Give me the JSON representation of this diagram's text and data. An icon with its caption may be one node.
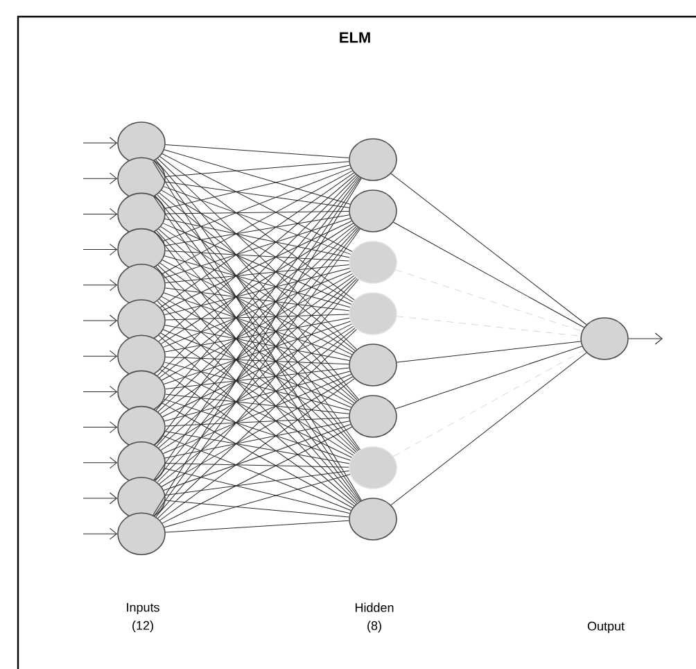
{
  "diagram": {
    "title": "ELM",
    "nodes": [
      {
        "text": [],
        "shape": "circle"
      },
      {
        "text": [],
        "shape": "circle"
      },
      {
        "text": [],
        "shape": "circle"
      },
      {
        "text": [],
        "shape": "circle"
      },
      {
        "text": [],
        "shape": "circle"
      },
      {
        "text": [],
        "shape": "circle"
      },
      {
        "text": [],
        "shape": "circle"
      },
      {
        "text": [],
        "shape": "circle"
      },
      {
        "text": [],
        "shape": "circle"
      },
      {
        "text": [],
        "shape": "circle"
      },
      {
        "text": [],
        "shape": "circle"
      },
      {
        "text": [],
        "shape": "circle"
      },
      {
        "text": [],
        "shape": "circle"
      },
      {
        "text": [],
        "shape": "circle"
      },
      {
        "text": [],
        "shape": "circle"
      },
      {
        "text": [],
        "shape": "circle"
      },
      {
        "text": [],
        "shape": "circle"
      },
      {
        "text": [],
        "shape": "circle"
      },
      {
        "text": [],
        "shape": "circle"
      },
      {
        "text": [],
        "shape": "circle"
      },
      {
        "text": [],
        "shape": "circle"
      }
    ],
    "edges": [
      {
        "from": null,
        "to": 0,
        "arrow": "to"
      },
      {
        "from": null,
        "to": 1,
        "arrow": "to"
      },
      {
        "from": null,
        "to": 2,
        "arrow": "to"
      },
      {
        "from": null,
        "to": 3,
        "arrow": "to"
      },
      {
        "from": null,
        "to": 4,
        "arrow": "to"
      },
      {
        "from": null,
        "to": 5,
        "arrow": "to"
      },
      {
        "from": null,
        "to": 6,
        "arrow": "to"
      },
      {
        "from": null,
        "to": 7,
        "arrow": "to"
      },
      {
        "from": null,
        "to": 8,
        "arrow": "to"
      },
      {
        "from": null,
        "to": 9,
        "arrow": "to"
      },
      {
        "from": null,
        "to": 10,
        "arrow": "to"
      },
      {
        "from": null,
        "to": 11,
        "arrow": "to"
      },
      {
        "from": 0,
        "to": 12,
        "arrow": "none"
      },
      {
        "from": 0,
        "to": 13,
        "arrow": "none"
      },
      {
        "from": 0,
        "to": 14,
        "arrow": "none"
      },
      {
        "from": 0,
        "to": 15,
        "arrow": "none"
      },
      {
        "from": 0,
        "to": 16,
        "arrow": "none"
      },
      {
        "from": 0,
        "to": 17,
        "arrow": "none"
      },
      {
        "from": 0,
        "to": 18,
        "arrow": "none"
      },
      {
        "from": 0,
        "to": 19,
        "arrow": "none"
      },
      {
        "from": 1,
        "to": 12,
        "arrow": "none"
      },
      {
        "from": 1,
        "to": 13,
        "arrow": "none"
      },
      {
        "from": 1,
        "to": 14,
        "arrow": "none"
      },
      {
        "from": 1,
        "to": 15,
        "arrow": "none"
      },
      {
        "from": 1,
        "to": 16,
        "arrow": "none"
      },
      {
        "from": 1,
        "to": 17,
        "arrow": "none"
      },
      {
        "from": 1,
        "to": 18,
        "arrow": "none"
      },
      {
        "from": 1,
        "to": 19,
        "arrow": "none"
      },
      {
        "from": 2,
        "to": 12,
        "arrow": "none"
      },
      {
        "from": 2,
        "to": 13,
        "arrow": "none"
      },
      {
        "from": 2,
        "to": 14,
        "arrow": "none"
      },
      {
        "from": 2,
        "to": 15,
        "arrow": "none"
      },
      {
        "from": 2,
        "to": 16,
        "arrow": "none"
      },
      {
        "from": 2,
        "to": 17,
        "arrow": "none"
      },
      {
        "from": 2,
        "to": 18,
        "arrow": "none"
      },
      {
        "from": 2,
        "to": 19,
        "arrow": "none"
      },
      {
        "from": 3,
        "to": 12,
        "arrow": "none"
      },
      {
        "from": 3,
        "to": 13,
        "arrow": "none"
      },
      {
        "from": 3,
        "to": 14,
        "arrow": "none"
      },
      {
        "from": 3,
        "to": 15,
        "arrow": "none"
      },
      {
        "from": 3,
        "to": 16,
        "arrow": "none"
      },
      {
        "from": 3,
        "to": 17,
        "arrow": "none"
      },
      {
        "from": 3,
        "to": 18,
        "arrow": "none"
      },
      {
        "from": 3,
        "to": 19,
        "arrow": "none"
      },
      {
        "from": 4,
        "to": 12,
        "arrow": "none"
      },
      {
        "from": 4,
        "to": 13,
        "arrow": "none"
      },
      {
        "from": 4,
        "to": 14,
        "arrow": "none"
      },
      {
        "from": 4,
        "to": 15,
        "arrow": "none"
      },
      {
        "from": 4,
        "to": 16,
        "arrow": "none"
      },
      {
        "from": 4,
        "to": 17,
        "arrow": "none"
      },
      {
        "from": 4,
        "to": 18,
        "arrow": "none"
      },
      {
        "from": 4,
        "to": 19,
        "arrow": "none"
      },
      {
        "from": 5,
        "to": 12,
        "arrow": "none"
      },
      {
        "from": 5,
        "to": 13,
        "arrow": "none"
      },
      {
        "from": 5,
        "to": 14,
        "arrow": "none"
      },
      {
        "from": 5,
        "to": 15,
        "arrow": "none"
      },
      {
        "from": 5,
        "to": 16,
        "arrow": "none"
      },
      {
        "from": 5,
        "to": 17,
        "arrow": "none"
      },
      {
        "from": 5,
        "to": 18,
        "arrow": "none"
      },
      {
        "from": 5,
        "to": 19,
        "arrow": "none"
      },
      {
        "from": 6,
        "to": 12,
        "arrow": "none"
      },
      {
        "from": 6,
        "to": 13,
        "arrow": "none"
      },
      {
        "from": 6,
        "to": 14,
        "arrow": "none"
      },
      {
        "from": 6,
        "to": 15,
        "arrow": "none"
      },
      {
        "from": 6,
        "to": 16,
        "arrow": "none"
      },
      {
        "from": 6,
        "to": 17,
        "arrow": "none"
      },
      {
        "from": 6,
        "to": 18,
        "arrow": "none"
      },
      {
        "from": 6,
        "to": 19,
        "arrow": "none"
      },
      {
        "from": 7,
        "to": 12,
        "arrow": "none"
      },
      {
        "from": 7,
        "to": 13,
        "arrow": "none"
      },
      {
        "from": 7,
        "to": 14,
        "arrow": "none"
      },
      {
        "from": 7,
        "to": 15,
        "arrow": "none"
      },
      {
        "from": 7,
        "to": 16,
        "arrow": "none"
      },
      {
        "from": 7,
        "to": 17,
        "arrow": "none"
      },
      {
        "from": 7,
        "to": 18,
        "arrow": "none"
      },
      {
        "from": 7,
        "to": 19,
        "arrow": "none"
      },
      {
        "from": 8,
        "to": 12,
        "arrow": "none"
      },
      {
        "from": 8,
        "to": 13,
        "arrow": "none"
      },
      {
        "from": 8,
        "to": 14,
        "arrow": "none"
      },
      {
        "from": 8,
        "to": 15,
        "arrow": "none"
      },
      {
        "from": 8,
        "to": 16,
        "arrow": "none"
      },
      {
        "from": 8,
        "to": 17,
        "arrow": "none"
      },
      {
        "from": 8,
        "to": 18,
        "arrow": "none"
      },
      {
        "from": 8,
        "to": 19,
        "arrow": "none"
      },
      {
        "from": 9,
        "to": 12,
        "arrow": "none"
      },
      {
        "from": 9,
        "to": 13,
        "arrow": "none"
      },
      {
        "from": 9,
        "to": 14,
        "arrow": "none"
      },
      {
        "from": 9,
        "to": 15,
        "arrow": "none"
      },
      {
        "from": 9,
        "to": 16,
        "arrow": "none"
      },
      {
        "from": 9,
        "to": 17,
        "arrow": "none"
      },
      {
        "from": 9,
        "to": 18,
        "arrow": "none"
      },
      {
        "from": 9,
        "to": 19,
        "arrow": "none"
      },
      {
        "from": 10,
        "to": 12,
        "arrow": "none"
      },
      {
        "from": 10,
        "to": 13,
        "arrow": "none"
      },
      {
        "from": 10,
        "to": 14,
        "arrow": "none"
      },
      {
        "from": 10,
        "to": 15,
        "arrow": "none"
      },
      {
        "from": 10,
        "to": 16,
        "arrow": "none"
      },
      {
        "from": 10,
        "to": 17,
        "arrow": "none"
      },
      {
        "from": 10,
        "to": 18,
        "arrow": "none"
      },
      {
        "from": 10,
        "to": 19,
        "arrow": "none"
      },
      {
        "from": 11,
        "to": 12,
        "arrow": "none"
      },
      {
        "from": 11,
        "to": 13,
        "arrow": "none"
      },
      {
        "from": 11,
        "to": 14,
        "arrow": "none"
      },
      {
        "from": 11,
        "to": 15,
        "arrow": "none"
      },
      {
        "from": 11,
        "to": 16,
        "arrow": "none"
      },
      {
        "from": 11,
        "to": 17,
        "arrow": "none"
      },
      {
        "from": 11,
        "to": 18,
        "arrow": "none"
      },
      {
        "from": 11,
        "to": 19,
        "arrow": "none"
      },
      {
        "from": 12,
        "to": 20,
        "arrow": "none"
      },
      {
        "from": 13,
        "to": 20,
        "arrow": "none"
      },
      {
        "from": 14,
        "to": 20,
        "arrow": "none",
        "style": "dashed",
        "color": "#cccccc"
      },
      {
        "from": 15,
        "to": 20,
        "arrow": "none",
        "style": "dashed",
        "color": "#cccccc"
      },
      {
        "from": 16,
        "to": 20,
        "arrow": "none"
      },
      {
        "from": 17,
        "to": 20,
        "arrow": "none"
      },
      {
        "from": 18,
        "to": 20,
        "arrow": "none",
        "style": "dashed",
        "color": "#cccccc"
      },
      {
        "from": 19,
        "to": 20,
        "arrow": "none"
      },
      {
        "from": 20,
        "to": null,
        "arrow": "to"
      }
    ],
    "labels": [
      "Inputs (12)",
      "Hidden (8)",
      "Output"
    ]
  }
}
